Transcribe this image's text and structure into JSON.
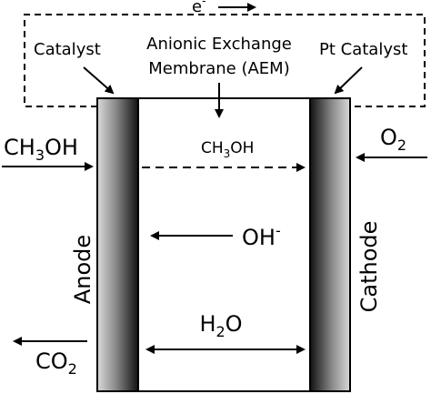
{
  "labels": {
    "electron": "e",
    "electron_sup": "-",
    "anode_catalyst": "Catalyst",
    "membrane_line1": "Anionic Exchange",
    "membrane_line2": "Membrane (AEM)",
    "cathode_catalyst": "Pt Catalyst",
    "fuel_in_main": "CH",
    "fuel_in_sub": "3",
    "fuel_in_tail": "OH",
    "fuel_cross_main": "CH",
    "fuel_cross_sub": "3",
    "fuel_cross_tail": "OH",
    "oxygen_main": "O",
    "oxygen_sub": "2",
    "hydroxide_main": "OH",
    "hydroxide_sup": "-",
    "anode": "Anode",
    "cathode": "Cathode",
    "water_main1": "H",
    "water_sub": "2",
    "water_main2": "O",
    "co2_main": "CO",
    "co2_sub": "2"
  },
  "colors": {
    "ink": "#000000",
    "electrode_dark": "#1a1a1a",
    "electrode_light": "#e6e6e6",
    "background": "#ffffff"
  }
}
